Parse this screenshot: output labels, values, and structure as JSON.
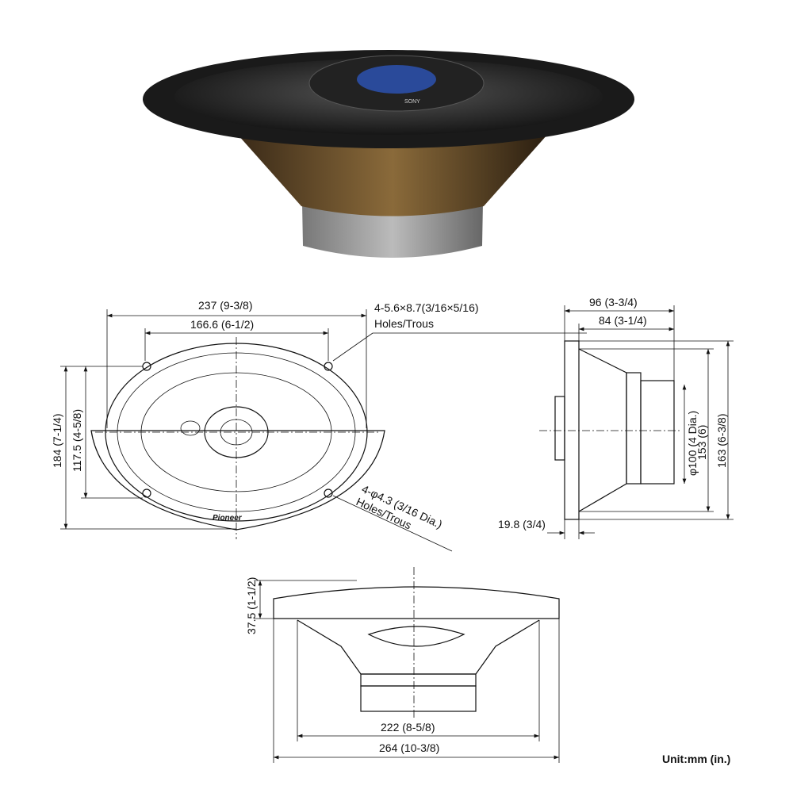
{
  "photo": {
    "brand_logo": "SONY"
  },
  "front_view": {
    "width_outer": "237 (9-3/8)",
    "width_inner": "166.6 (6-1/2)",
    "height_outer": "184 (7-1/4)",
    "height_inner": "117.5 (4-5/8)",
    "slot_holes_spec": "4-5.6×8.7(3/16×5/16)",
    "slot_holes_label": "Holes/Trous",
    "round_holes_spec": "4-φ4.3 (3/16 Dia.)",
    "round_holes_label": "Holes/Trous",
    "brand_logo": "Pioneer"
  },
  "side_view": {
    "depth_total": "96 (3-3/4)",
    "depth_body": "84 (3-1/4)",
    "magnet_dia": "φ100 (4 Dia.)",
    "height_inner": "153 (6)",
    "height_outer": "163 (6-3/8)",
    "flange": "19.8 (3/4)"
  },
  "bottom_view": {
    "tweeter_height": "37.5 (1-1/2)",
    "width_inner": "222 (8-5/8)",
    "width_outer": "264 (10-3/8)"
  },
  "unit_label": "Unit:mm (in.)"
}
